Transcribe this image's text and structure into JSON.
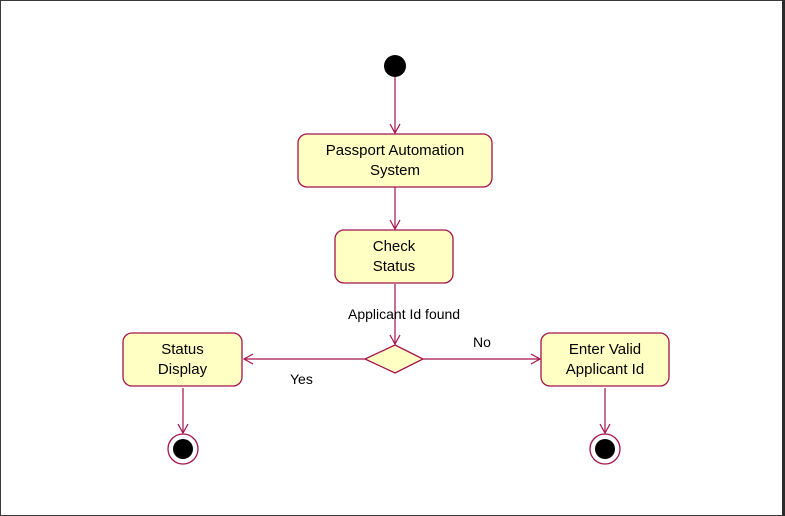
{
  "colors": {
    "node_fill": "#ffffc4",
    "node_stroke": "#a3134b",
    "edge": "#a3134b",
    "initial": "#000000"
  },
  "diagram": {
    "nodes": {
      "passport_automation": "Passport Automation\nSystem",
      "check_status": "Check\nStatus",
      "status_display": "Status\nDisplay",
      "enter_valid_applicant": "Enter Valid\nApplicant Id"
    },
    "labels": {
      "guard": "Applicant Id found",
      "yes": "Yes",
      "no": "No"
    }
  }
}
